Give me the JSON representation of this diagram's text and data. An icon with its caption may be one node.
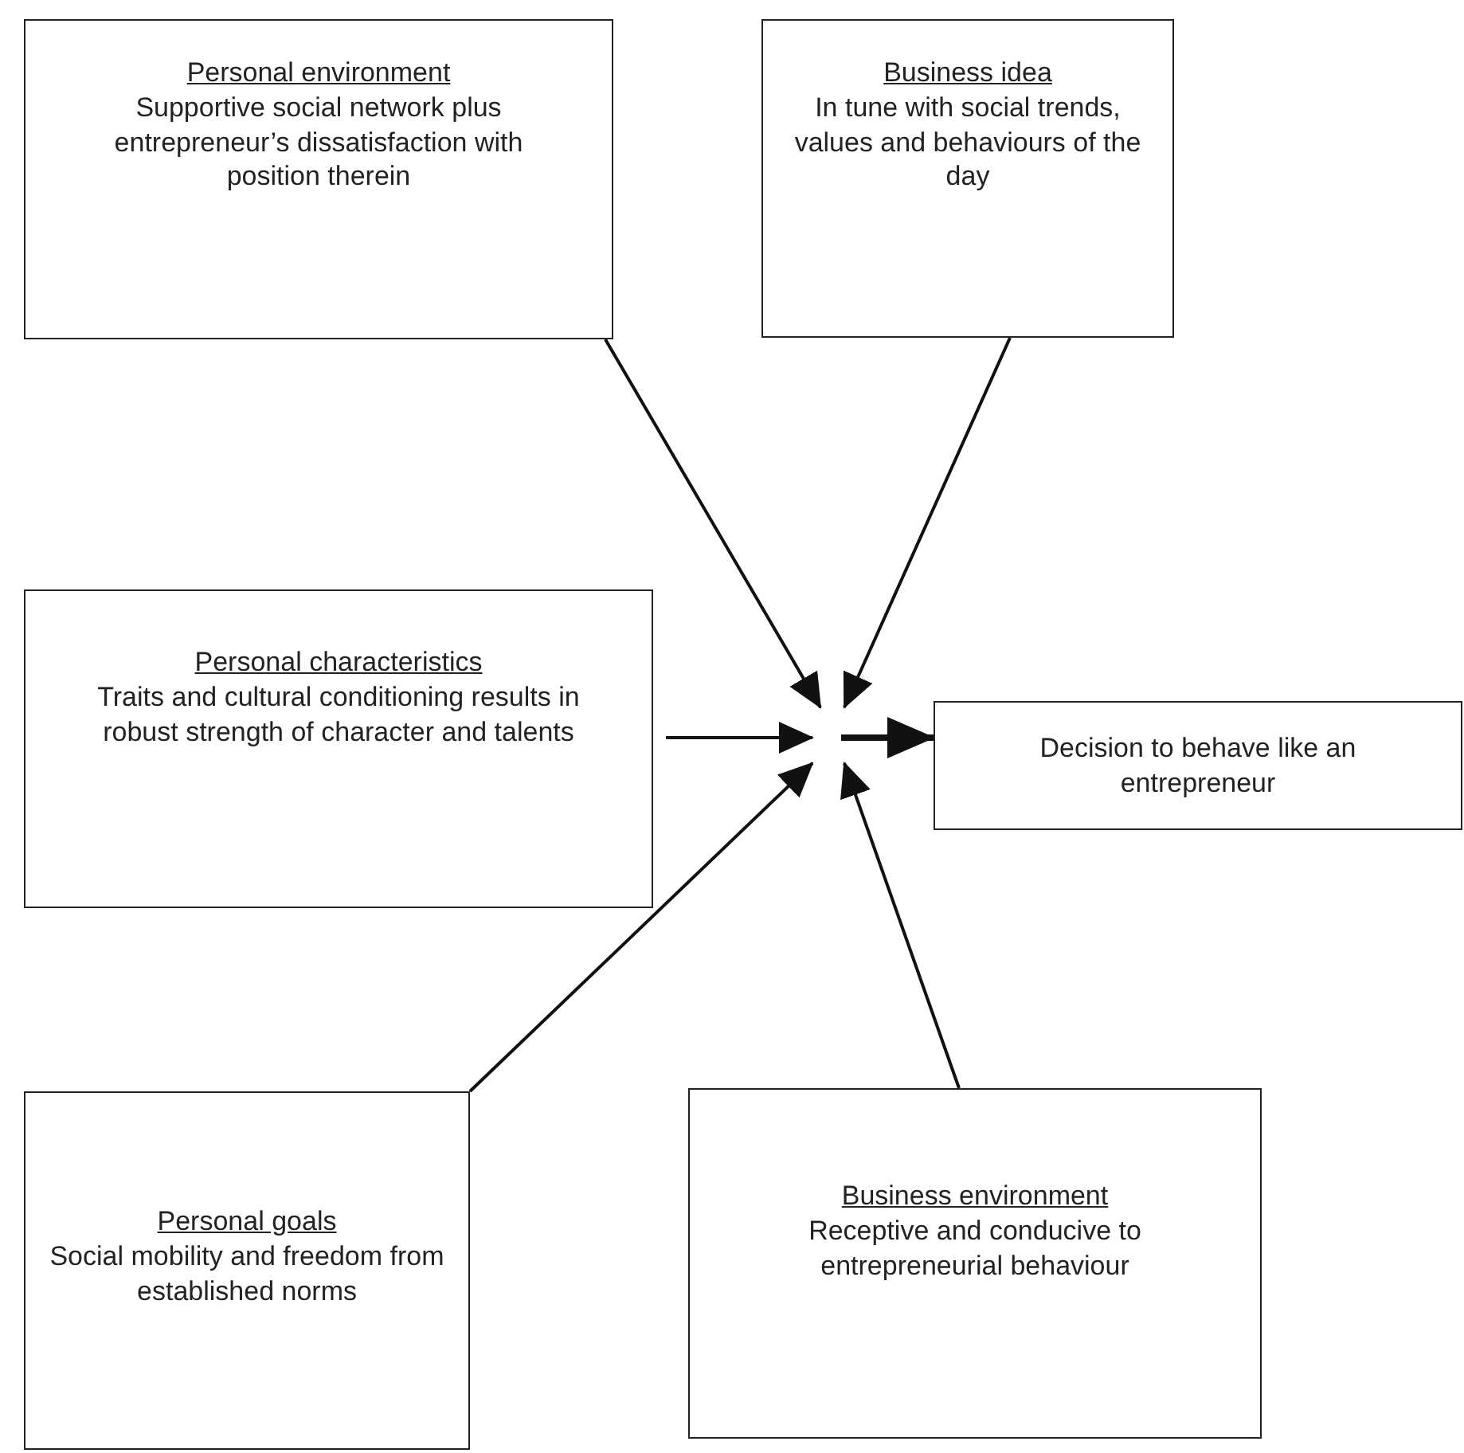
{
  "diagram": {
    "nodes": [
      {
        "text": [
          "Personal environment",
          "Supportive social network plus entrepreneur’s dissatisfaction with position therein"
        ]
      },
      {
        "text": [
          "Business idea",
          "In tune with social trends, values and behaviours of the day"
        ]
      },
      {
        "text": [
          "Personal characteristics",
          "Traits and cultural conditioning results in robust strength of character and talents"
        ]
      },
      {
        "text": [
          "Decision to behave like an entrepreneur"
        ]
      },
      {
        "text": [
          "Personal goals",
          "Social mobility and freedom from established norms"
        ]
      },
      {
        "text": [
          "Business environment",
          "Receptive and conducive to entrepreneurial behaviour"
        ]
      }
    ],
    "edges": [
      {
        "from": 0,
        "to": null,
        "arrow": "to"
      },
      {
        "from": 1,
        "to": null,
        "arrow": "to"
      },
      {
        "from": 2,
        "to": null,
        "arrow": "to"
      },
      {
        "from": 4,
        "to": null,
        "arrow": "to"
      },
      {
        "from": 5,
        "to": null,
        "arrow": "to"
      },
      {
        "from": null,
        "to": 3,
        "arrow": "to",
        "style": "thick"
      }
    ]
  }
}
